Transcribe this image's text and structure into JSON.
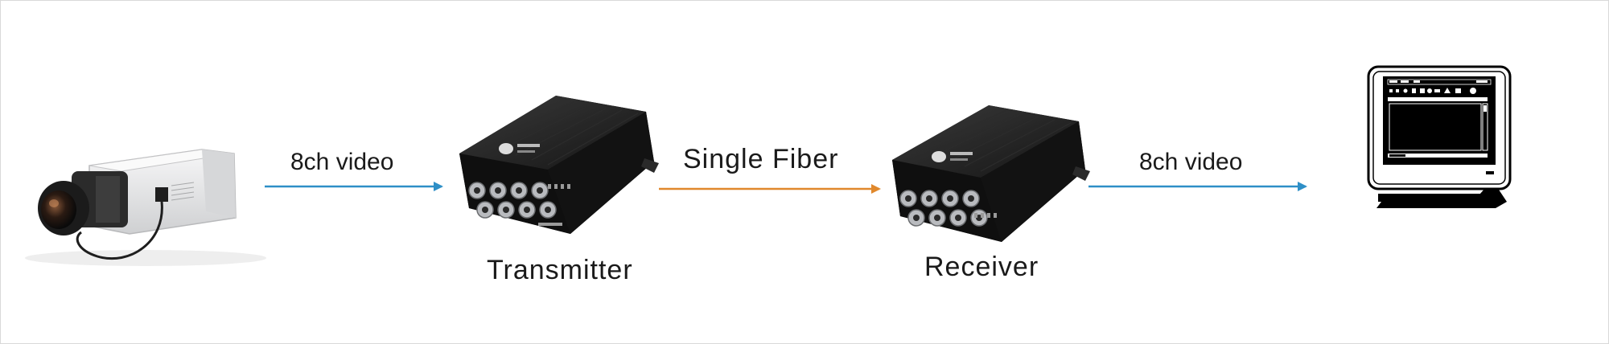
{
  "labels": {
    "video_in": "8ch video",
    "link": "Single Fiber",
    "video_out": "8ch video",
    "transmitter": "Transmitter",
    "receiver": "Receiver"
  },
  "colors": {
    "video_arrow": "#2e8fc7",
    "fiber_arrow": "#e0882c",
    "device_body": "#1f1f1f",
    "camera_body": "#e9e9ea",
    "monitor_frame": "#ffffff"
  },
  "icons": {
    "source": "ip-camera-icon",
    "tx": "fiber-transmitter-icon",
    "rx": "fiber-receiver-icon",
    "sink": "monitor-icon"
  }
}
